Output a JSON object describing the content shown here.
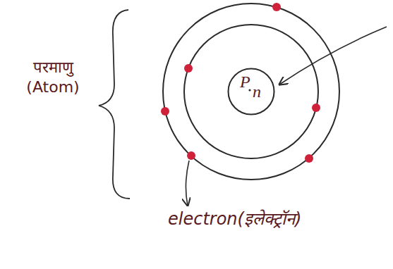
{
  "diagram": {
    "nodes": [
      {
        "text": [
          "P",
          "n"
        ]
      }
    ],
    "labels": [
      "परमाणु (Atom)",
      "electron(इलेक्ट्रॉन)"
    ]
  }
}
